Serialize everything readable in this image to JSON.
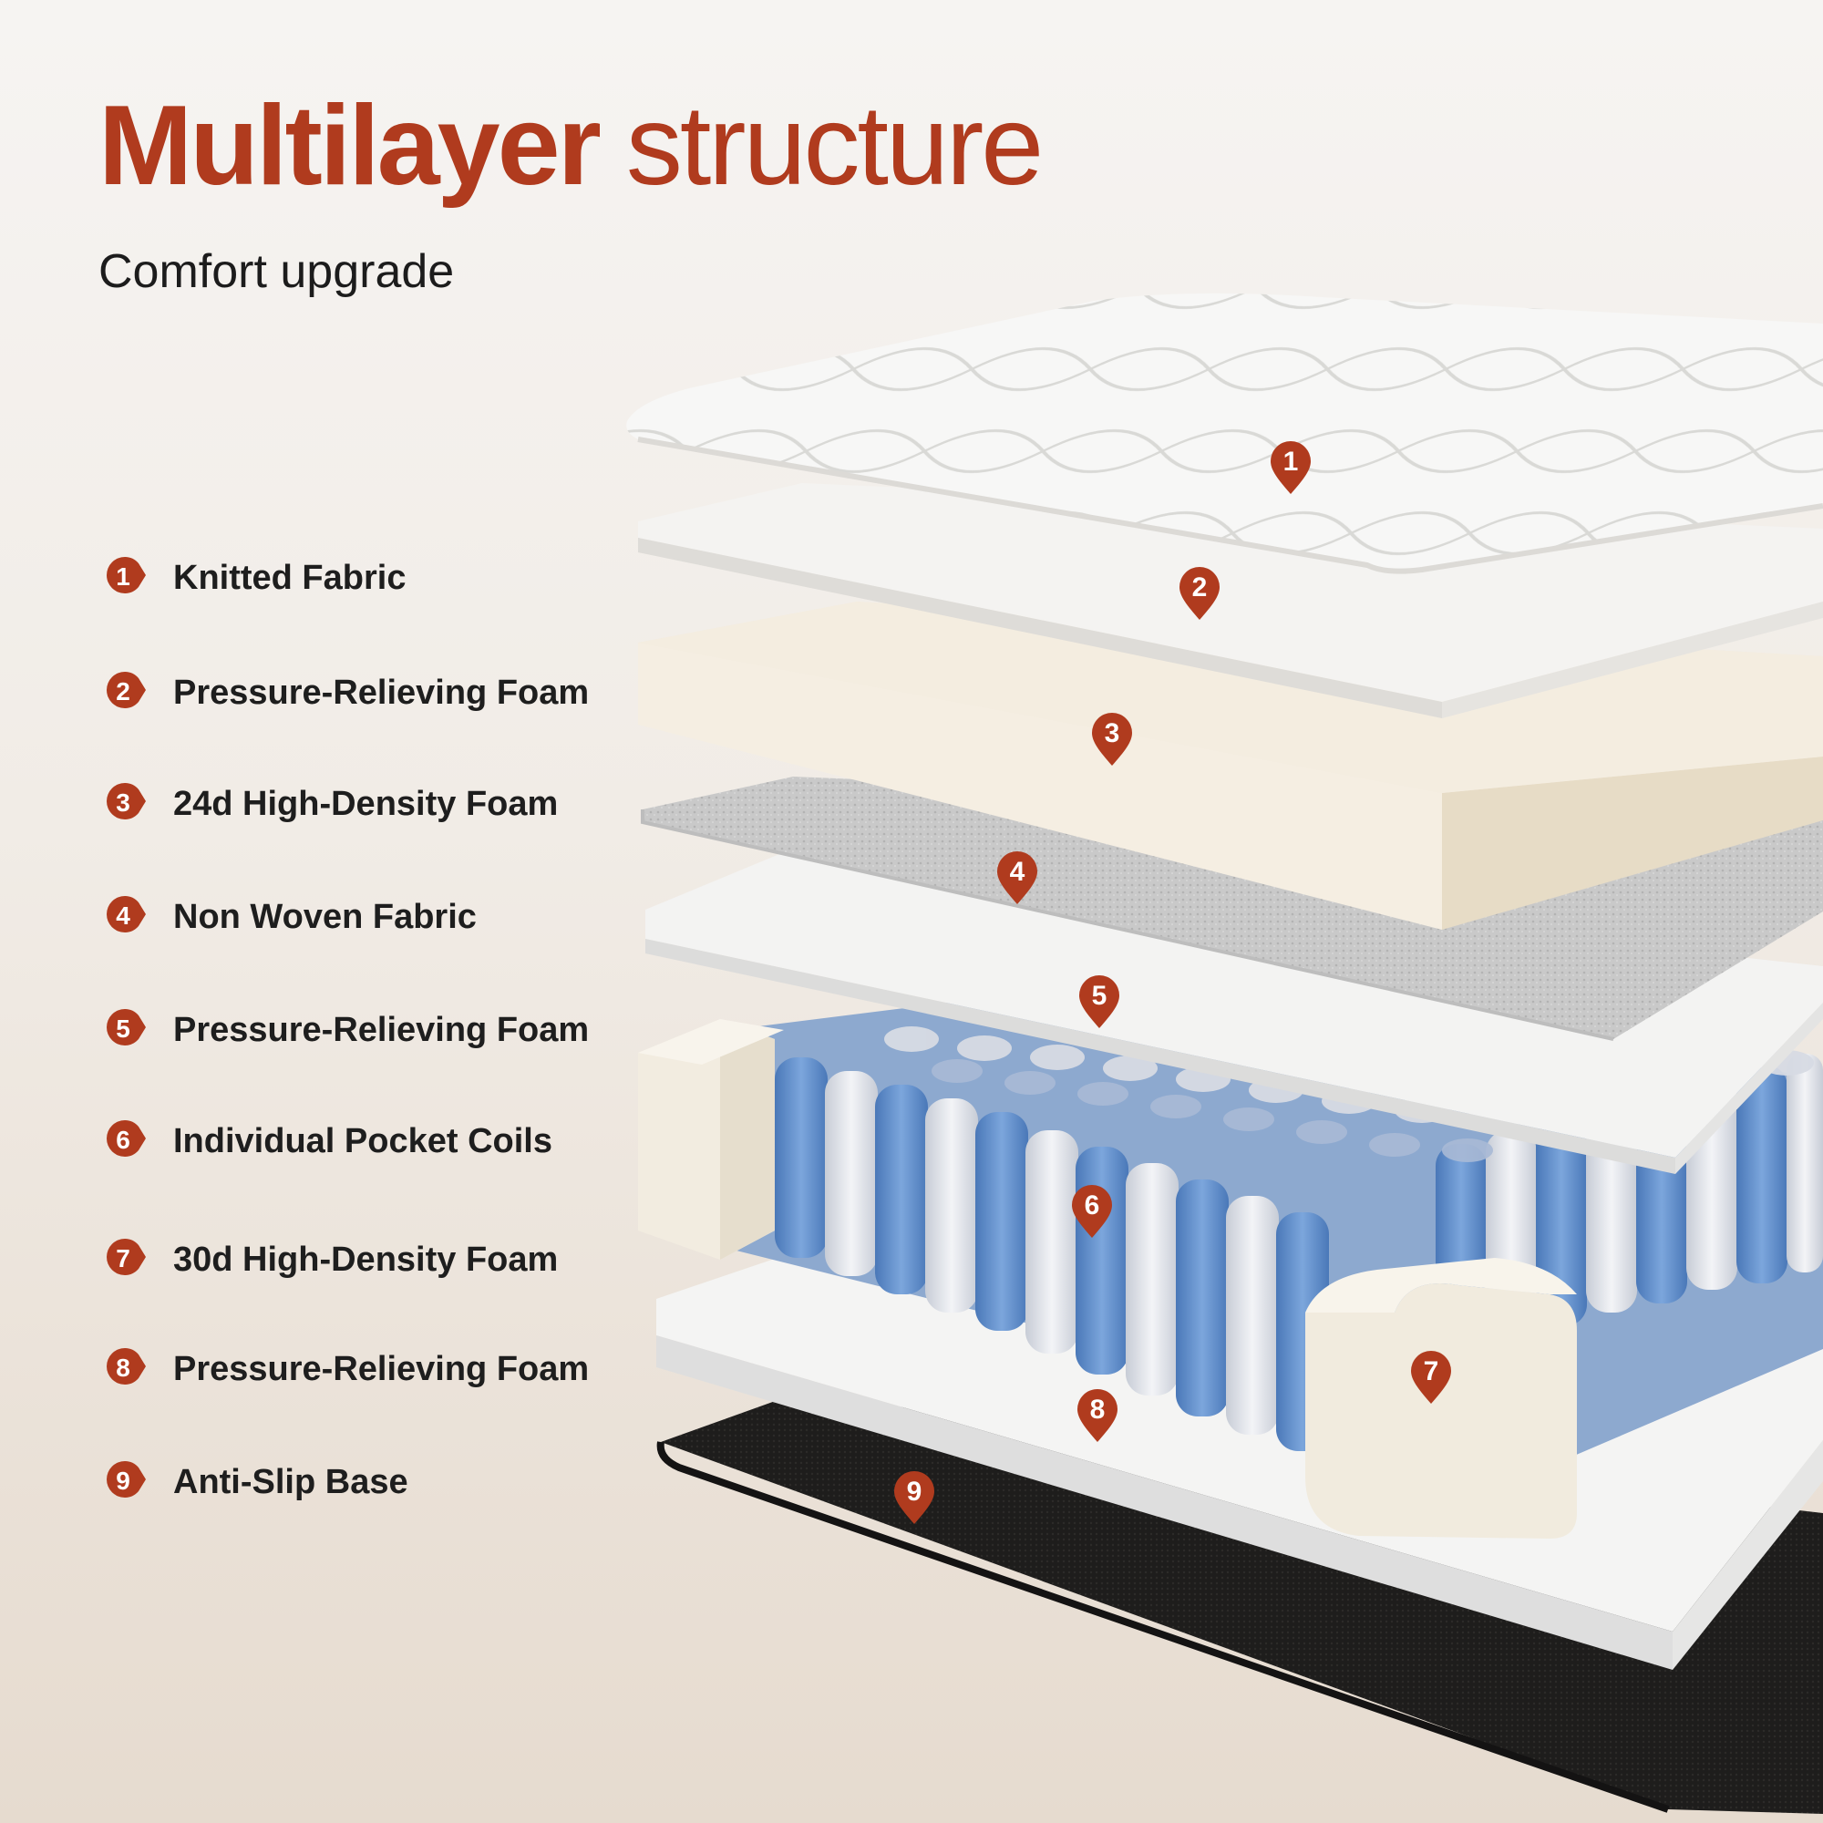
{
  "header": {
    "title_bold": "Multilayer",
    "title_light": "structure",
    "subtitle": "Comfort upgrade"
  },
  "colors": {
    "accent": "#b03b1e",
    "text": "#1e1e1e",
    "coil_blue": "#5f8fcf",
    "coil_white": "#e9ecf2"
  },
  "legend": [
    {
      "num": "1",
      "label": "Knitted Fabric"
    },
    {
      "num": "2",
      "label": "Pressure-Relieving Foam"
    },
    {
      "num": "3",
      "label": "24d High-Density Foam"
    },
    {
      "num": "4",
      "label": "Non Woven Fabric"
    },
    {
      "num": "5",
      "label": "Pressure-Relieving Foam"
    },
    {
      "num": "6",
      "label": "Individual Pocket Coils"
    },
    {
      "num": "7",
      "label": "30d High-Density Foam"
    },
    {
      "num": "8",
      "label": "Pressure-Relieving Foam"
    },
    {
      "num": "9",
      "label": "Anti-Slip Base"
    }
  ],
  "pins": [
    "1",
    "2",
    "3",
    "4",
    "5",
    "6",
    "7",
    "8",
    "9"
  ]
}
